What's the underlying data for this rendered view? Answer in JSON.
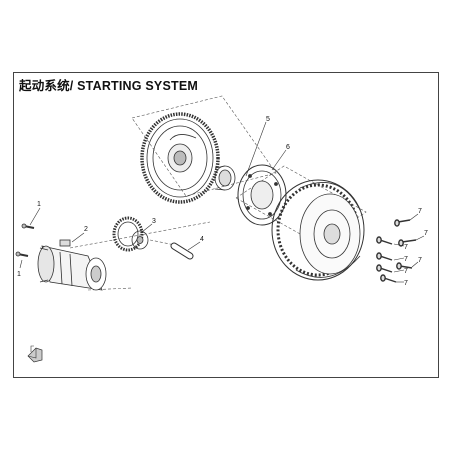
{
  "title": "起动系统/ STARTING SYSTEM",
  "callouts": {
    "c1a": "1",
    "c1b": "1",
    "c2": "2",
    "c3": "3",
    "c4": "4",
    "c5": "5",
    "c6": "6",
    "c7a": "7",
    "c7b": "7",
    "c7c": "7",
    "c7d": "7",
    "c7e": "7",
    "c7f": "7",
    "c7g": "7"
  },
  "icons": {
    "corner": "bookmark-icon"
  },
  "colors": {
    "line": "#333333",
    "frame": "#444444",
    "shade": "#bdbdbd"
  }
}
